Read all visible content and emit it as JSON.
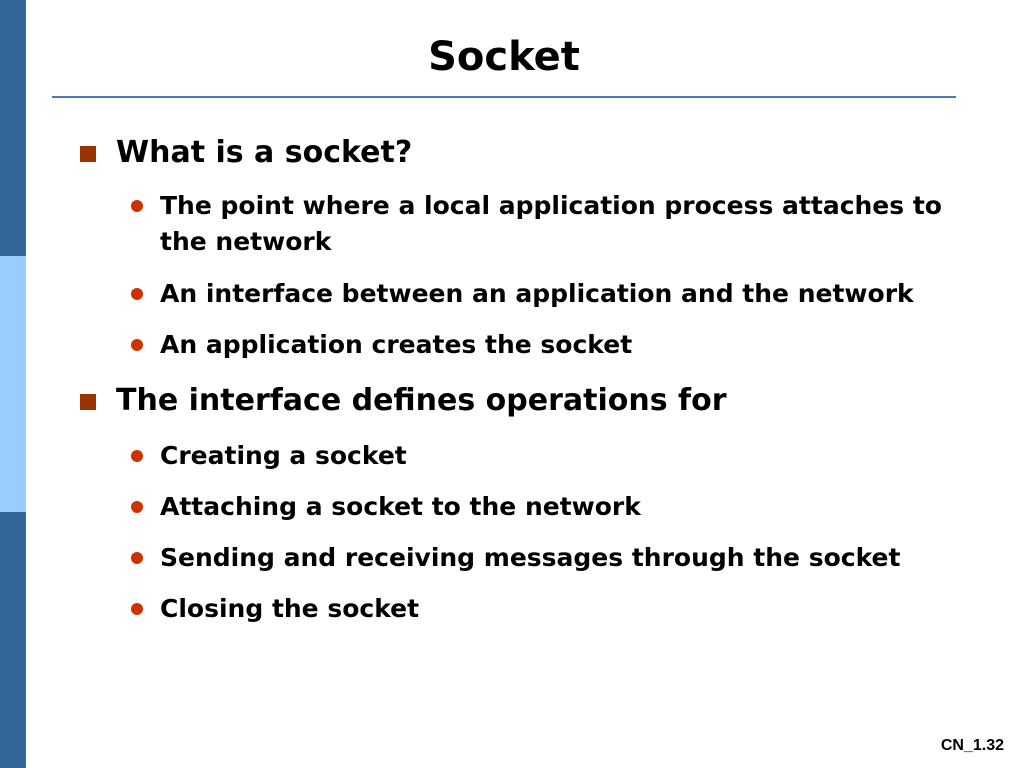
{
  "colors": {
    "sidebar_dark": "#336699",
    "sidebar_light": "#99ccff",
    "title_rule": "#4a7ab0",
    "square_bullet": "#993300",
    "round_bullet": "#cc3300",
    "text": "#000000"
  },
  "slide": {
    "title": "Socket",
    "slide_number": "CN_1.32",
    "items": [
      {
        "text": "What is a socket?",
        "sub": [
          "The point where a local application process attaches to the network",
          "An interface between an application and the network",
          "An application creates the socket"
        ]
      },
      {
        "text": "The interface defines operations for",
        "sub": [
          "Creating a socket",
          "Attaching a socket to the network",
          "Sending and receiving messages through the socket",
          "Closing the socket"
        ]
      }
    ]
  }
}
